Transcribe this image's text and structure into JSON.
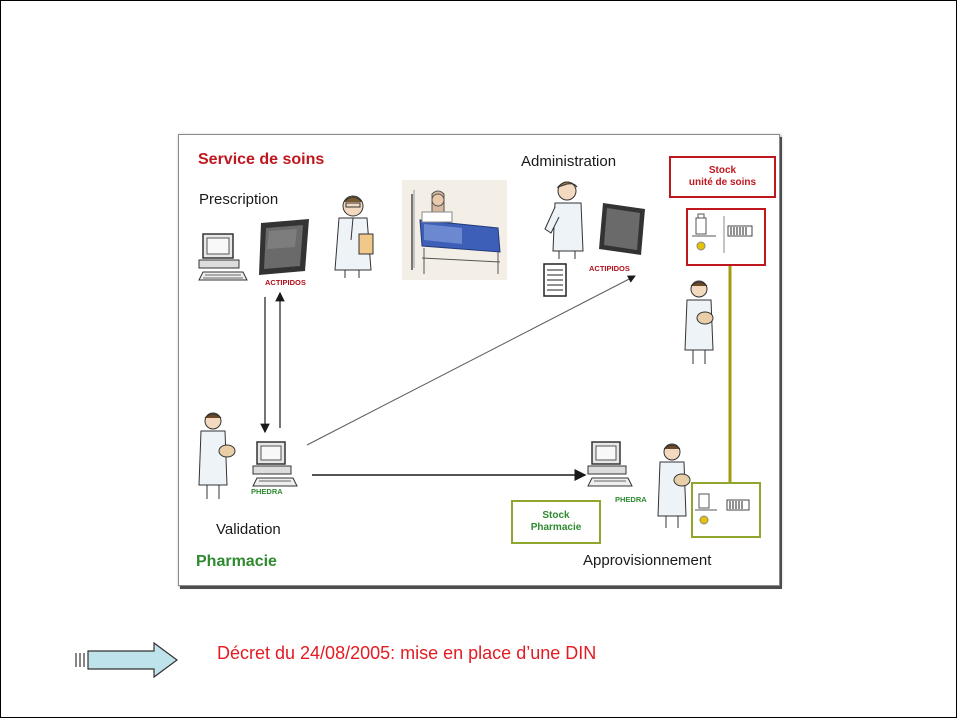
{
  "diagram": {
    "service": "Service de soins",
    "pharmacie": "Pharmacie",
    "prescription": "Prescription",
    "administration": "Administration",
    "validation": "Validation",
    "approvisionnement": "Approvisionnement",
    "actipidos_1": "ACTIPIDOS",
    "actipidos_2": "ACTIPIDOS",
    "phedra_1": "PHEDRA",
    "phedra_2": "PHEDRA",
    "stock_unite": [
      "Stock",
      "unité de soins"
    ],
    "stock_pharmacie": [
      "Stock",
      "Pharmacie"
    ],
    "colors": {
      "service_red": "#c0171f",
      "pharmacie_green": "#2f8a2f",
      "supply_line": "#a39a12",
      "arrow": "#1a1a1a"
    }
  },
  "footer": {
    "decree": "Décret du 24/08/2005: mise en place d’une DIN",
    "arrow_icon": "right-block-arrow-icon"
  }
}
